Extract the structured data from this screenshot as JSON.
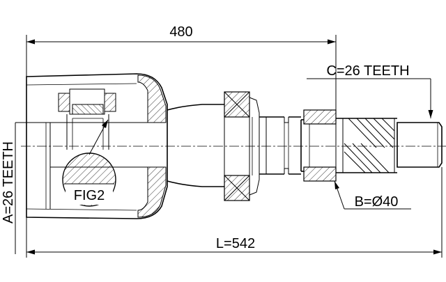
{
  "drawing": {
    "dim_top": "480",
    "dim_bottom": "L=542",
    "label_a": "A=26 TEETH",
    "label_b": "B=Ø40",
    "label_c": "C=26 TEETH",
    "label_fig": "FIG2"
  }
}
